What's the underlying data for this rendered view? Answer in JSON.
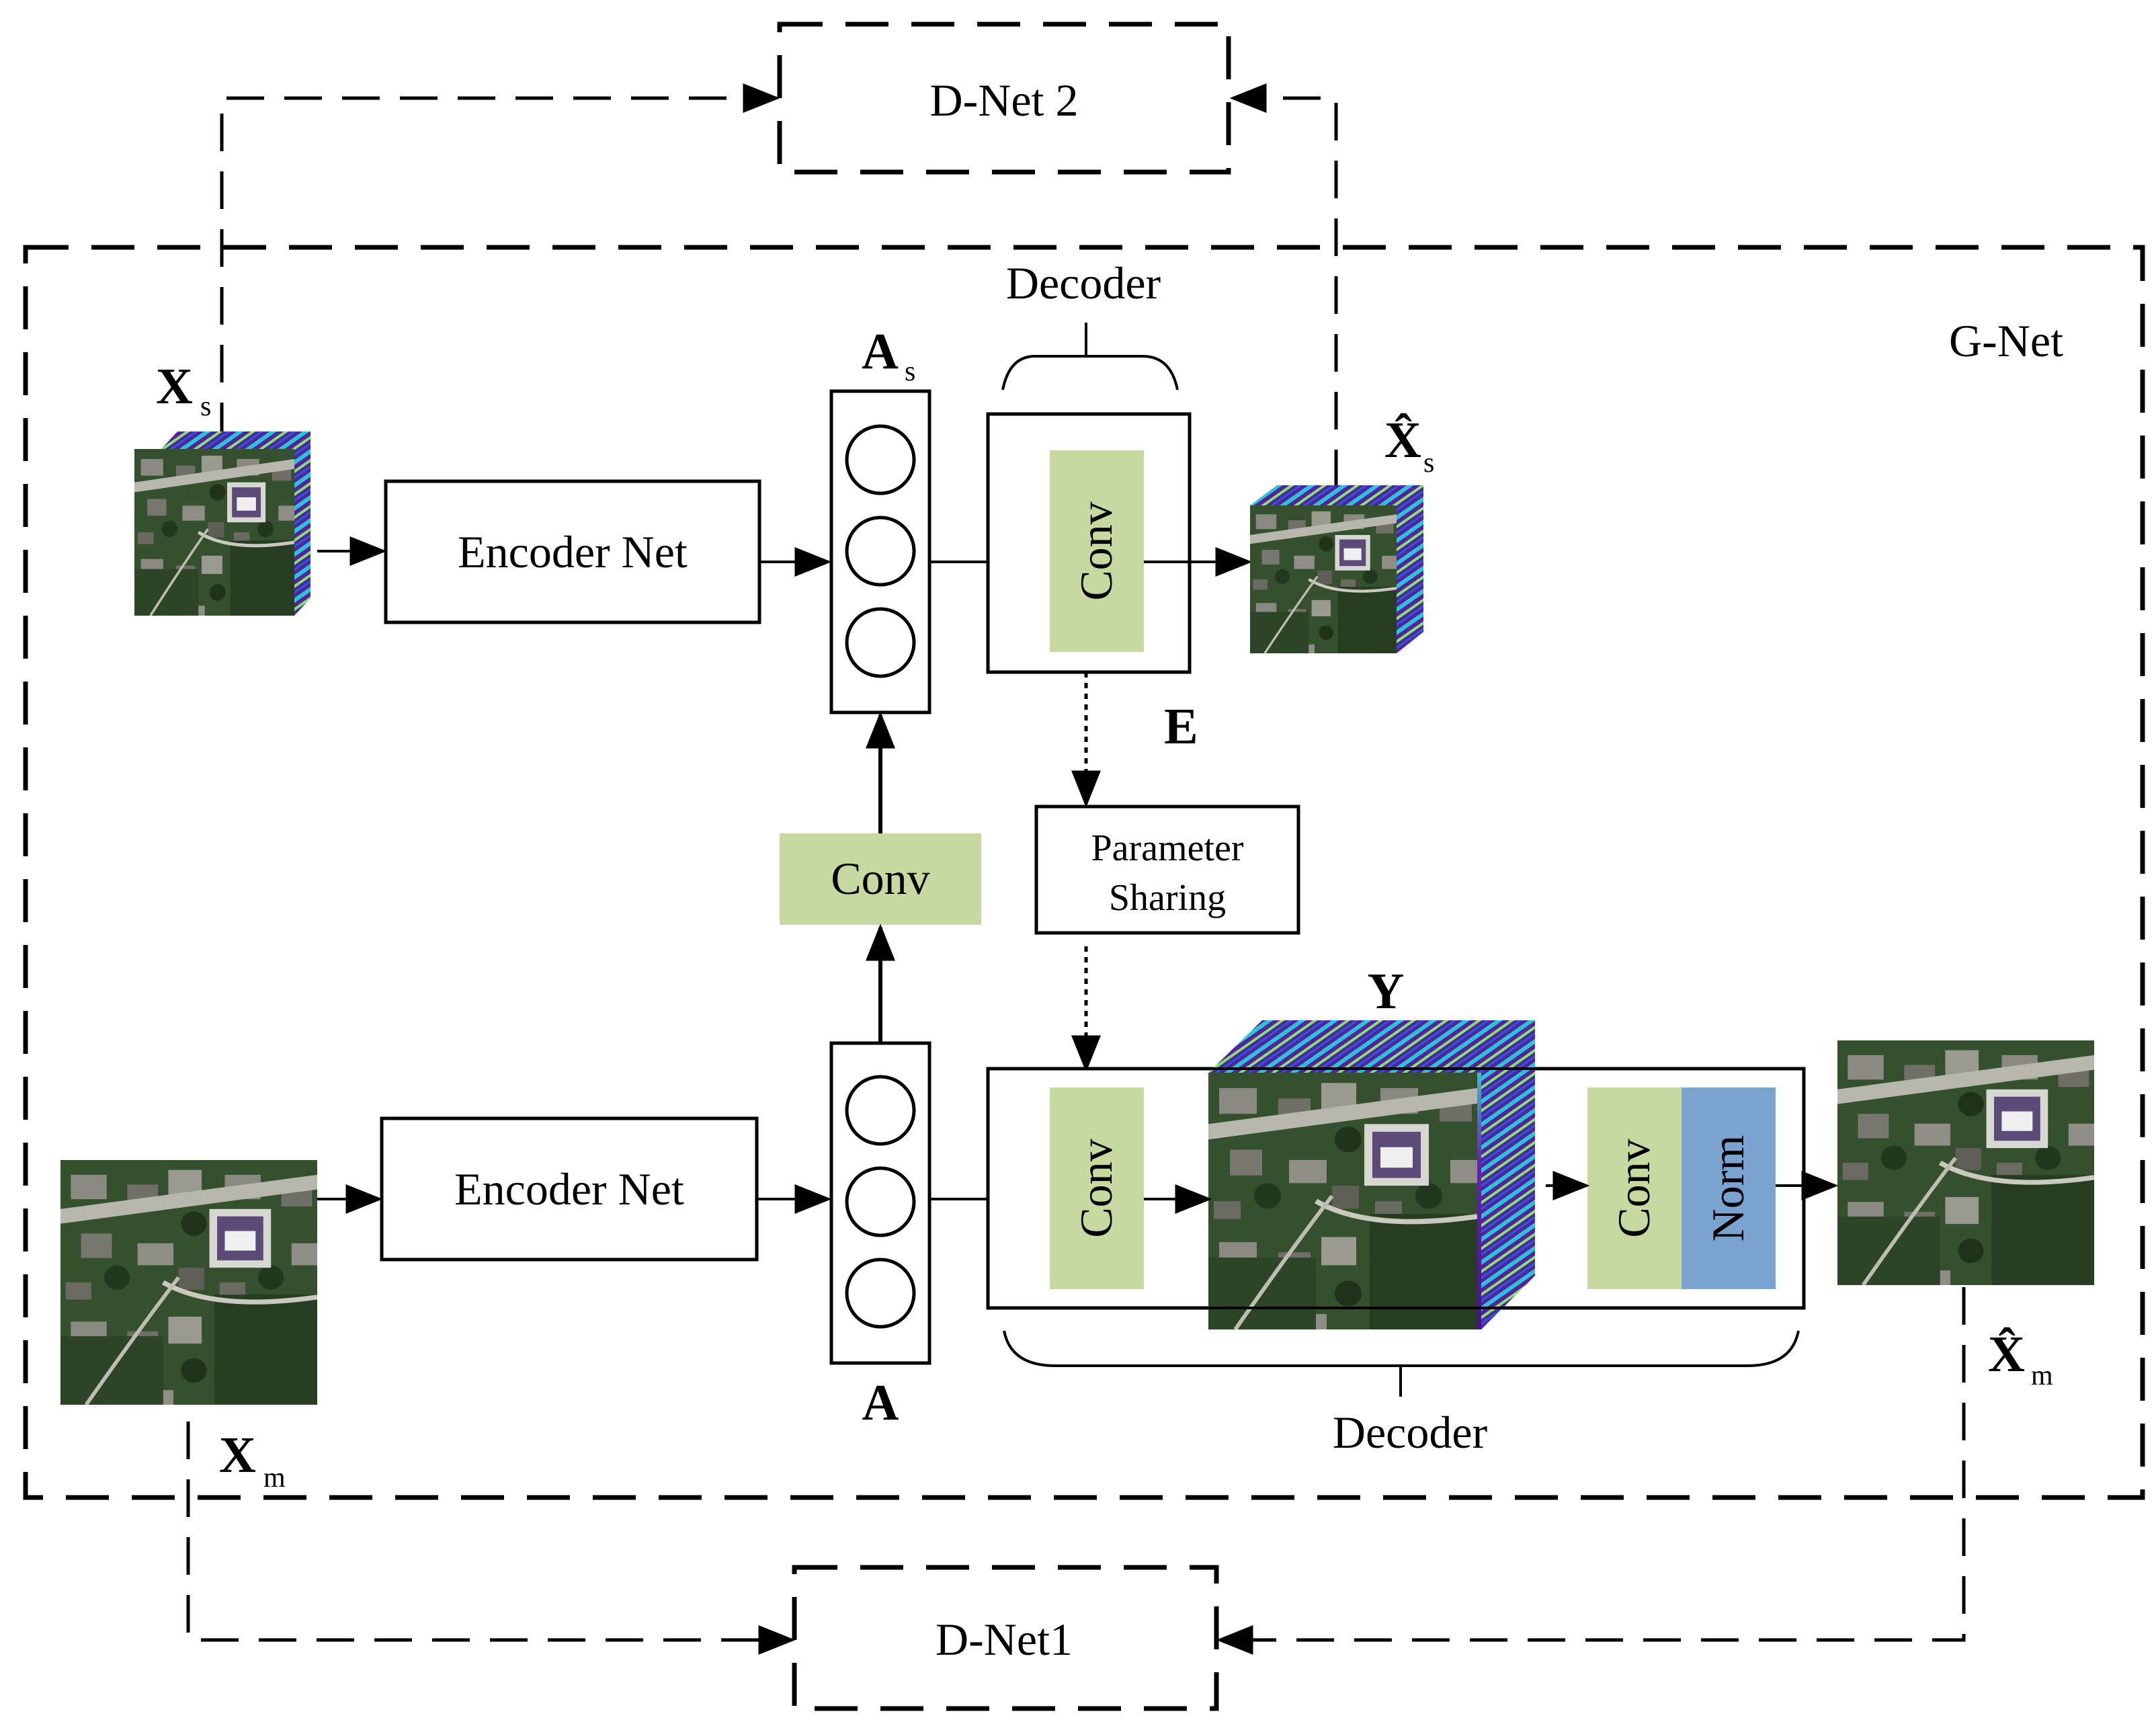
{
  "labels": {
    "d_net_2": "D-Net 2",
    "d_net_1": "D-Net1",
    "g_net": "G-Net",
    "encoder_top": "Encoder Net",
    "encoder_bottom": "Encoder Net",
    "decoder_top": "Decoder",
    "decoder_bottom": "Decoder",
    "conv_top_decoder": "Conv",
    "conv_middle": "Conv",
    "conv_bottom_decoder": "Conv",
    "conv_bottom_last": "Conv",
    "norm": "Norm",
    "parameter_sharing_line1": "Parameter",
    "parameter_sharing_line2": "Sharing"
  },
  "symbols": {
    "xs": {
      "base": "X",
      "sub": "s"
    },
    "xs_hat": {
      "base": "X̂",
      "sub": "s"
    },
    "xm": {
      "base": "X",
      "sub": "m"
    },
    "xm_hat": {
      "base": "X̂",
      "sub": "m"
    },
    "as": {
      "base": "A",
      "sub": "s"
    },
    "a": {
      "base": "A"
    },
    "e": {
      "base": "E"
    },
    "y": {
      "base": "Y"
    }
  },
  "colors": {
    "conv_block": "#c5d9a0",
    "norm_block": "#7ba3cf",
    "image_ground": "#2f4a2a",
    "spectral_band": "#5a1fa0"
  },
  "icons": [
    "hyperspectral-cube-icon",
    "satellite-image-icon"
  ]
}
